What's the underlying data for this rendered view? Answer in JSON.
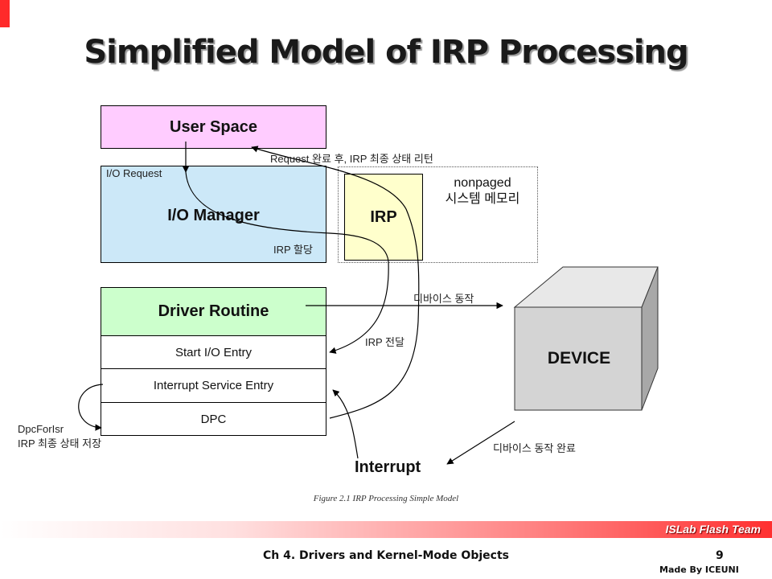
{
  "title": "Simplified Model of IRP Processing",
  "boxes": {
    "user_space": "User Space",
    "io_manager": "I/O Manager",
    "io_request": "I/O Request",
    "irp": "IRP",
    "nonpaged_line1": "nonpaged",
    "nonpaged_line2": "시스템 메모리",
    "driver_routine": "Driver Routine",
    "start_io": "Start I/O Entry",
    "isr": "Interrupt Service Entry",
    "dpc": "DPC",
    "device": "DEVICE"
  },
  "labels": {
    "request_complete": "Request 완료 후, IRP 최종 상태 리턴",
    "irp_alloc": "IRP 할당",
    "device_op": "디바이스 동작",
    "irp_pass": "IRP 전달",
    "dpc_for_isr_line1": "DpcForIsr",
    "dpc_for_isr_line2": "IRP 최종 상태 저장",
    "device_done": "디바이스 동작 완료",
    "interrupt": "Interrupt"
  },
  "caption": "Figure 2.1 IRP Processing Simple Model",
  "footer": {
    "team": "ISLab Flash Team",
    "chapter": "Ch 4. Drivers and Kernel-Mode Objects",
    "page": "9",
    "made_by": "Made By ICEUNI"
  },
  "colors": {
    "user_space": "#ffccff",
    "io_manager": "#cce8f8",
    "irp": "#ffffcc",
    "driver_routine": "#ccffcc",
    "device_front": "#d4d4d4",
    "accent_red": "#ff2a2a"
  }
}
